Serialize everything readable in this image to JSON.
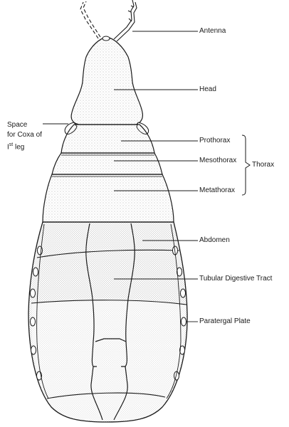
{
  "labels": {
    "antenna": "Antenna",
    "head": "Head",
    "space_line1": "Space",
    "space_line2": "for Coxa of",
    "space_line3_prefix": "I",
    "space_line3_sup": "st",
    "space_line3_suffix": " leg",
    "prothorax": "Prothorax",
    "mesothorax": "Mesothorax",
    "metathorax": "Metathorax",
    "thorax": "Thorax",
    "abdomen": "Abdomen",
    "digestive_tract": "Tubular Digestive Tract",
    "paratergal_plate": "Paratergal Plate"
  },
  "colors": {
    "outline": "#1a1a1a",
    "stipple": "#9a9a9a",
    "background": "#ffffff"
  }
}
